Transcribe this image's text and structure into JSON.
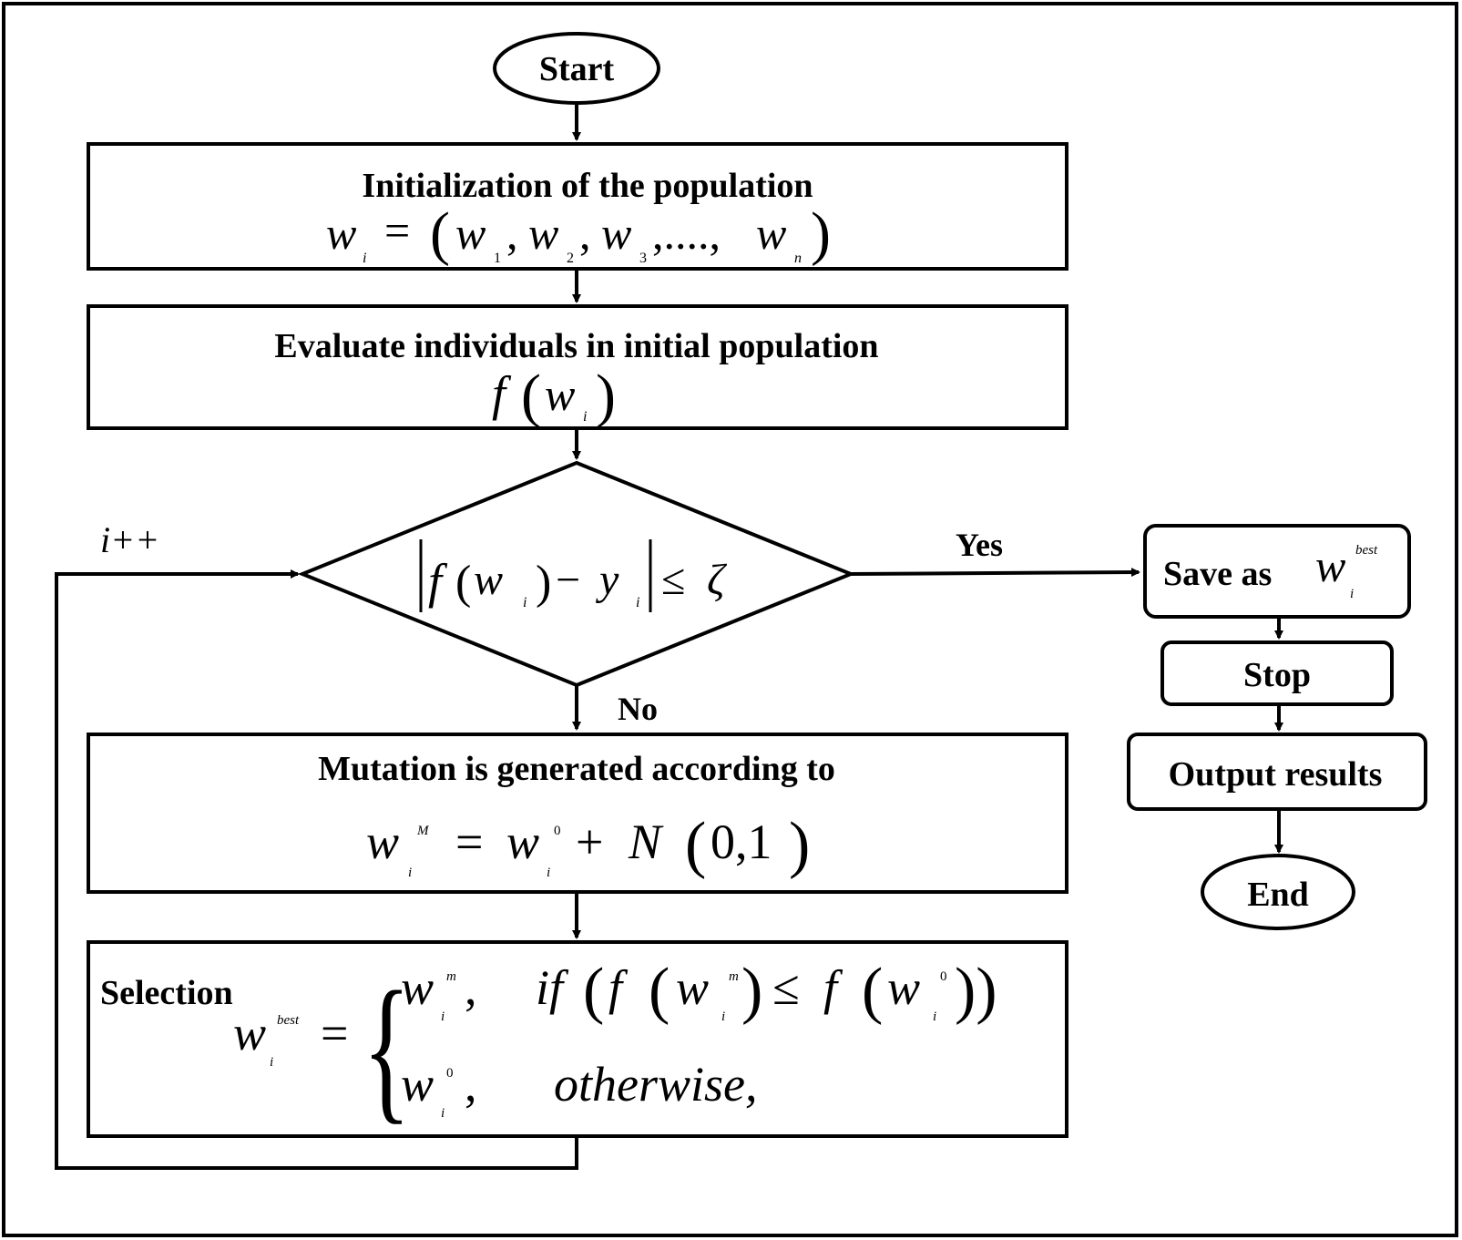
{
  "nodes": {
    "start": "Start",
    "init": {
      "title": "Initialization of the population"
    },
    "evaluate": {
      "title": "Evaluate individuals in initial population"
    },
    "mutation": {
      "title": "Mutation is generated according to"
    },
    "selection": {
      "title": "Selection",
      "otherwise": "otherwise,"
    },
    "save": {
      "title": "Save as"
    },
    "stop": "Stop",
    "output": "Output results",
    "end": "End"
  },
  "edges": {
    "yes": "Yes",
    "no": "No",
    "loop": "i++"
  },
  "colors": {
    "stroke": "#000000",
    "background": "#ffffff"
  }
}
